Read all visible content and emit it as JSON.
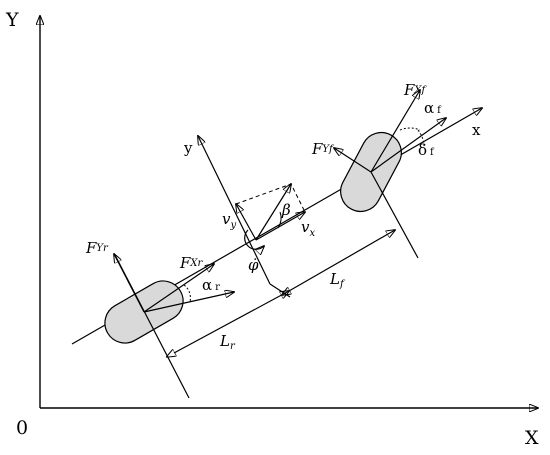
{
  "diagram": {
    "axis_labels": {
      "Y": "Y",
      "X": "X",
      "O": "0",
      "x": "x",
      "y": "y"
    },
    "forces": {
      "FYr": {
        "main": "F",
        "sub": "Yr"
      },
      "FXr": {
        "main": "F",
        "sub": "Xr"
      },
      "FYf": {
        "main": "F",
        "sub": "Yf"
      },
      "FXf": {
        "main": "F",
        "sub": "Xf"
      }
    },
    "angles": {
      "alpha_r": {
        "main": "α",
        "sub": "r"
      },
      "alpha_f": {
        "main": "α",
        "sub": "f"
      },
      "delta_f": {
        "main": "δ",
        "sub": "f"
      },
      "beta": "β",
      "phi_dot": "φ̇"
    },
    "velocities": {
      "vy": {
        "main": "v",
        "sub": "y"
      },
      "vx": {
        "main": "v",
        "sub": "x"
      }
    },
    "lengths": {
      "Lr": {
        "main": "L",
        "sub": "r"
      },
      "Lf": {
        "main": "L",
        "sub": "f"
      }
    },
    "colors": {
      "tire_fill": "#d9d9d9",
      "stroke": "#000000"
    }
  }
}
